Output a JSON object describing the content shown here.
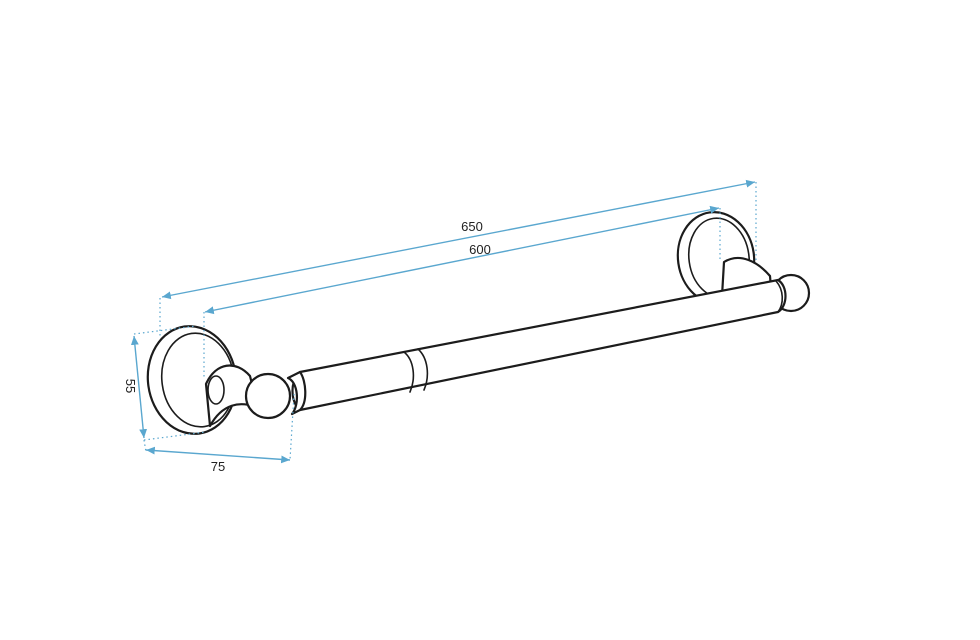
{
  "colors": {
    "dimension": "#5aa7cf",
    "outline": "#1c1c1c",
    "background": "#ffffff"
  },
  "dimensions": {
    "overall_length": "650",
    "bar_length": "600",
    "height": "55",
    "depth": "75"
  }
}
